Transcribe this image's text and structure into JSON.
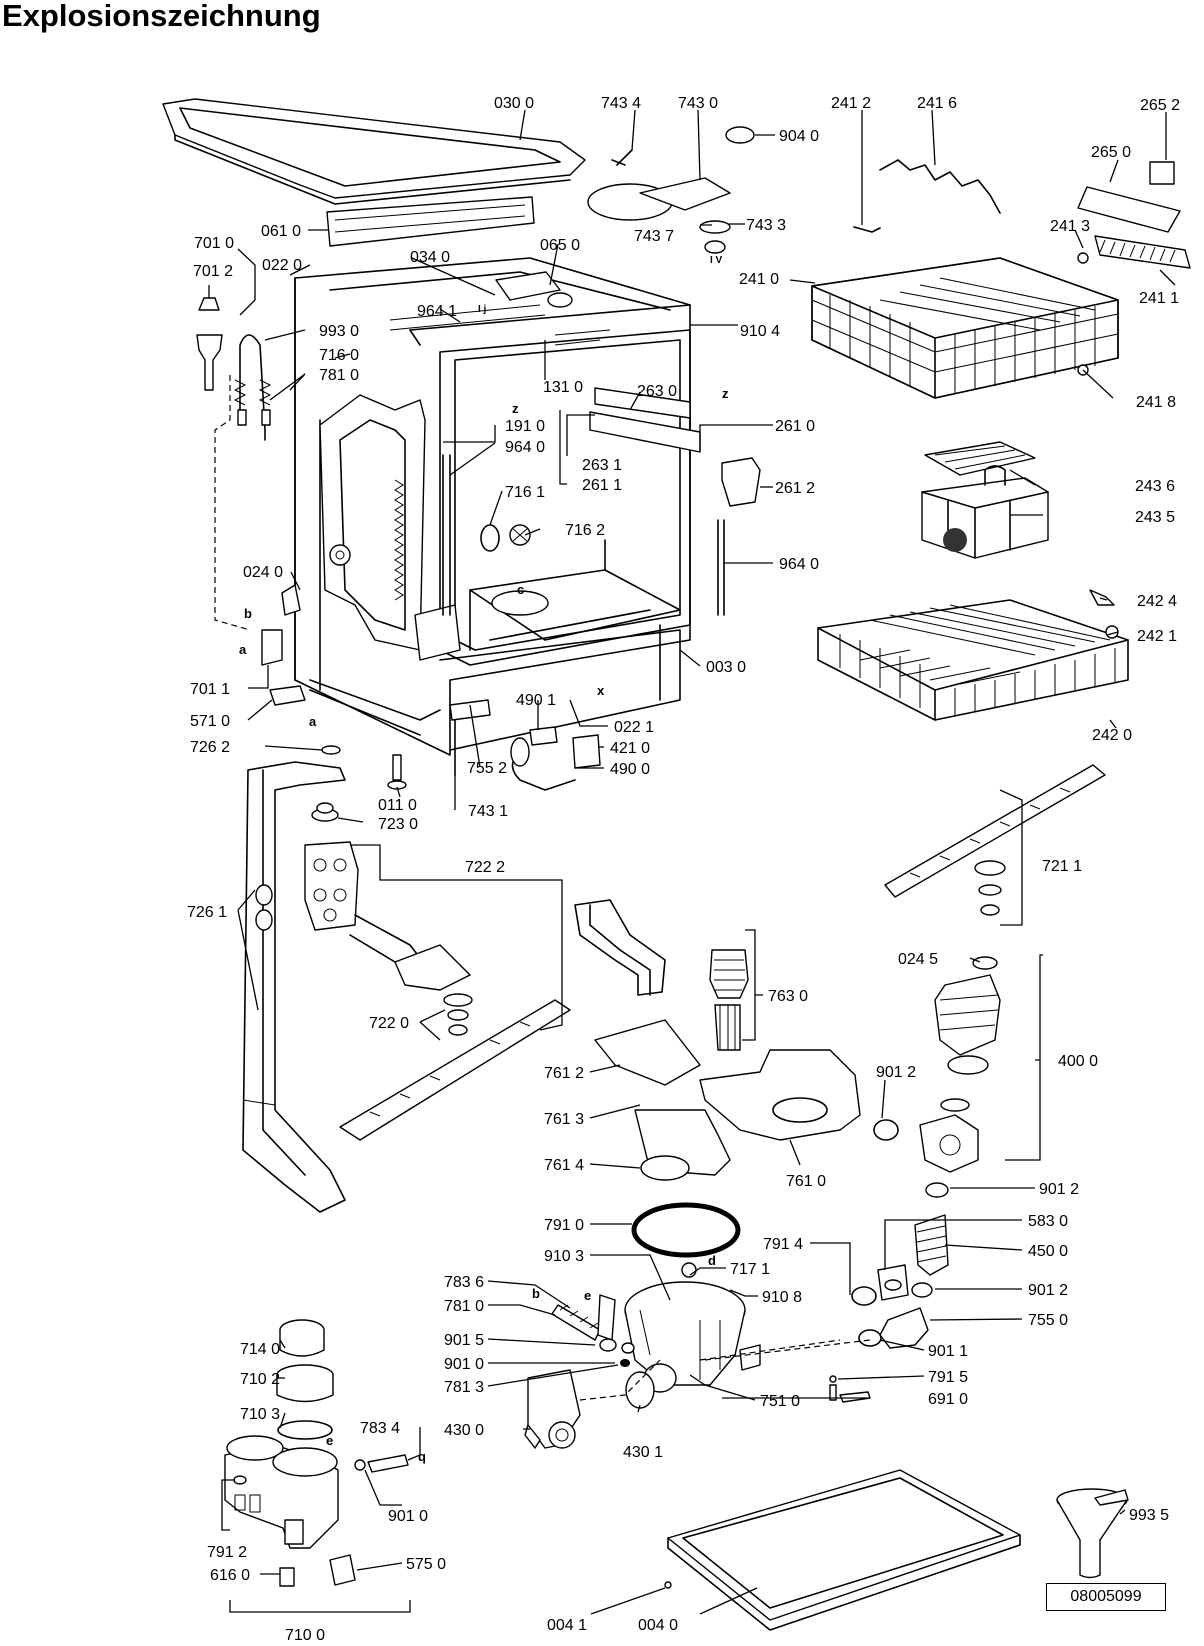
{
  "title": "Explosionszeichnung",
  "doc_number": "08005099",
  "letters": {
    "a": "a",
    "b": "b",
    "c": "c",
    "d": "d",
    "e": "e",
    "x": "x",
    "z": "z",
    "q": "q",
    "iv": "I V",
    "ij": "I j"
  },
  "labels": {
    "p0300": "030 0",
    "p7434": "743 4",
    "p7430": "743 0",
    "p9040": "904 0",
    "p2412": "241 2",
    "p2416": "241 6",
    "p2652": "265 2",
    "p2650": "265 0",
    "p0610": "061 0",
    "p7437": "743 7",
    "p7433": "743 3",
    "p2413": "241 3",
    "p7010": "701 0",
    "p0220": "022 0",
    "p0340": "034 0",
    "p0650": "065 0",
    "p2410": "241 0",
    "p2411": "241 1",
    "p7012": "701 2",
    "p9641": "964 1",
    "p9104": "910 4",
    "p9930": "993 0",
    "p7160": "716 0",
    "p7810": "781 0",
    "p1310": "131 0",
    "p2630": "263 0",
    "p2418": "241 8",
    "p2610": "261 0",
    "p1910": "191 0",
    "p9640a": "964 0",
    "p2631": "263 1",
    "p2611": "261 1",
    "p2612": "261 2",
    "p7161": "716 1",
    "p2436": "243 6",
    "p2435": "243 5",
    "p7162": "716 2",
    "p0240": "024 0",
    "p9640b": "964 0",
    "p2424": "242 4",
    "p2421": "242 1",
    "p7011": "701 1",
    "p0030": "003 0",
    "p4901": "490 1",
    "p5710": "571 0",
    "p0221": "022 1",
    "p4210": "421 0",
    "p2420": "242 0",
    "p7262": "726 2",
    "p4900": "490 0",
    "p7552": "755 2",
    "p0110": "011 0",
    "p7431": "743 1",
    "p7230": "723 0",
    "p7222": "722 2",
    "p7211": "721 1",
    "p7261": "726 1",
    "p7630": "763 0",
    "p0245": "024 5",
    "p7220": "722 0",
    "p4000": "400 0",
    "p9012a": "901 2",
    "p7612": "761 2",
    "p7613": "761 3",
    "p7614": "761 4",
    "p7610": "761 0",
    "p9012b": "901 2",
    "p5830": "583 0",
    "p7910": "791 0",
    "p7914": "791 4",
    "p4500": "450 0",
    "p9103": "910 3",
    "p7171": "717 1",
    "p7836": "783 6",
    "p9108": "910 8",
    "p9012c": "901 2",
    "p7810b": "781 0",
    "p7550": "755 0",
    "p7140": "714 0",
    "p9015": "901 5",
    "p9011": "901 1",
    "p9010a": "901 0",
    "p7915": "791 5",
    "p7102": "710 2",
    "p7813": "781 3",
    "p7510": "751 0",
    "p6910": "691 0",
    "p7103": "710 3",
    "p4300": "430 0",
    "p4301": "430 1",
    "p7834": "783 4",
    "p9010b": "901 0",
    "p9935": "993 5",
    "p7912": "791 2",
    "p5750": "575 0",
    "p6160": "616 0",
    "p0041": "004 1",
    "p0040": "004 0",
    "p7100": "710 0"
  }
}
